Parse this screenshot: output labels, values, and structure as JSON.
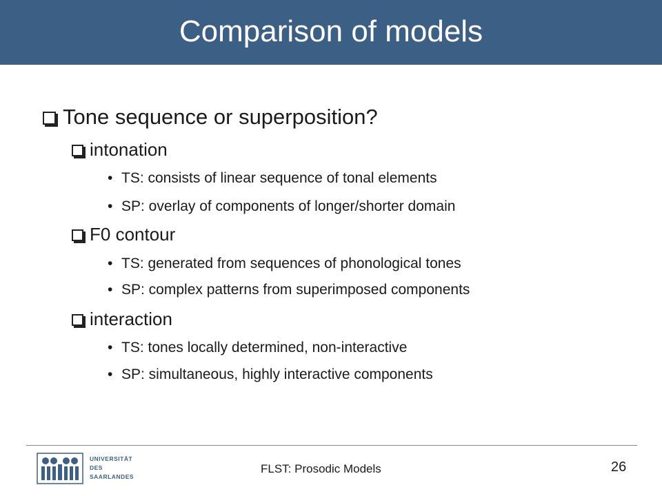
{
  "header": {
    "title": "Comparison of models"
  },
  "body": {
    "heading": "Tone sequence or superposition?",
    "sections": [
      {
        "title": "intonation",
        "bullets": [
          "TS: consists of linear sequence of tonal elements",
          "SP: overlay of components of longer/shorter domain"
        ]
      },
      {
        "title": "F0 contour",
        "bullets": [
          "TS: generated from sequences of phonological tones",
          "SP: complex patterns from superimposed components"
        ]
      },
      {
        "title": "interaction",
        "bullets": [
          "TS: tones locally determined, non-interactive",
          "SP: simultaneous, highly interactive components"
        ]
      }
    ]
  },
  "footer": {
    "center_text": "FLST: Prosodic Models",
    "page_number": "26",
    "logo": {
      "lines": [
        "UNIVERSITÄT",
        "DES",
        "SAARLANDES"
      ],
      "icon": "university-seal-icon"
    }
  },
  "colors": {
    "title_bar": "#3c5f86",
    "title_text": "#ffffff",
    "body_text": "#1a1a1a",
    "logo": "#3c5f86"
  }
}
